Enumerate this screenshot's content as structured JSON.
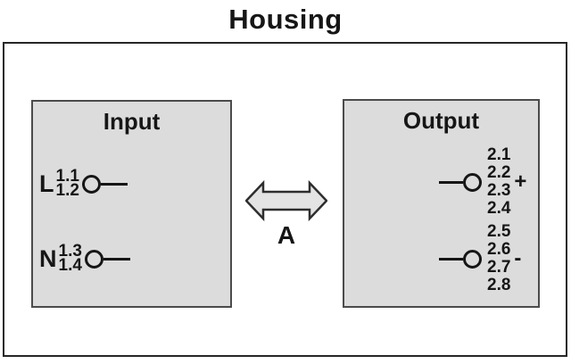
{
  "title": "Housing",
  "housing": {
    "input_panel": {
      "title": "Input",
      "terminals": [
        {
          "letter": "L",
          "numbers": [
            "1.1",
            "1.2"
          ]
        },
        {
          "letter": "N",
          "numbers": [
            "1.3",
            "1.4"
          ]
        }
      ]
    },
    "output_panel": {
      "title": "Output",
      "terminals": [
        {
          "numbers": [
            "2.1",
            "2.2",
            "2.3",
            "2.4"
          ],
          "sign": "+"
        },
        {
          "numbers": [
            "2.5",
            "2.6",
            "2.7",
            "2.8"
          ],
          "sign": "-"
        }
      ]
    },
    "arrow": {
      "label": "A",
      "icon": "double-headed-horizontal-arrow"
    }
  },
  "colors": {
    "panel_fill": "#dcdcdc",
    "panel_border": "#4b4b4b",
    "housing_border": "#262626",
    "arrow_fill": "#e4e4e4",
    "arrow_stroke": "#2e2e2e",
    "text": "#161616"
  }
}
